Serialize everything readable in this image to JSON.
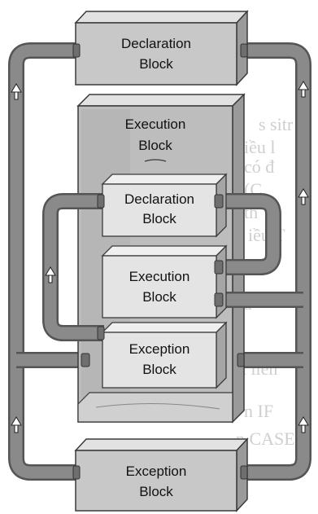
{
  "diagram": {
    "outer_declaration": {
      "line1": "Declaration",
      "line2": "Block"
    },
    "outer_execution": {
      "line1": "Execution",
      "line2": "Block"
    },
    "inner_declaration": {
      "line1": "Declaration",
      "line2": "Block"
    },
    "inner_execution": {
      "line1": "Execution",
      "line2": "Block"
    },
    "inner_exception": {
      "line1": "Exception",
      "line2": "Block"
    },
    "outer_exception": {
      "line1": "Exception",
      "line2": "Block"
    }
  },
  "background_text": [
    "s sitr",
    "iều l",
    "có đ",
    "(C",
    "th",
    "iều T",
    "à",
    "hiều liên",
    "n IF",
    "n CASE"
  ],
  "colors": {
    "pipe": "#7d7d7d",
    "pipe_edge": "#555555",
    "box_front": "#c8c8c8",
    "box_top": "#e2e2e2",
    "box_side": "#9a9a9a",
    "outline": "#3a3a3a",
    "inner_front": "#e4e4e4"
  }
}
